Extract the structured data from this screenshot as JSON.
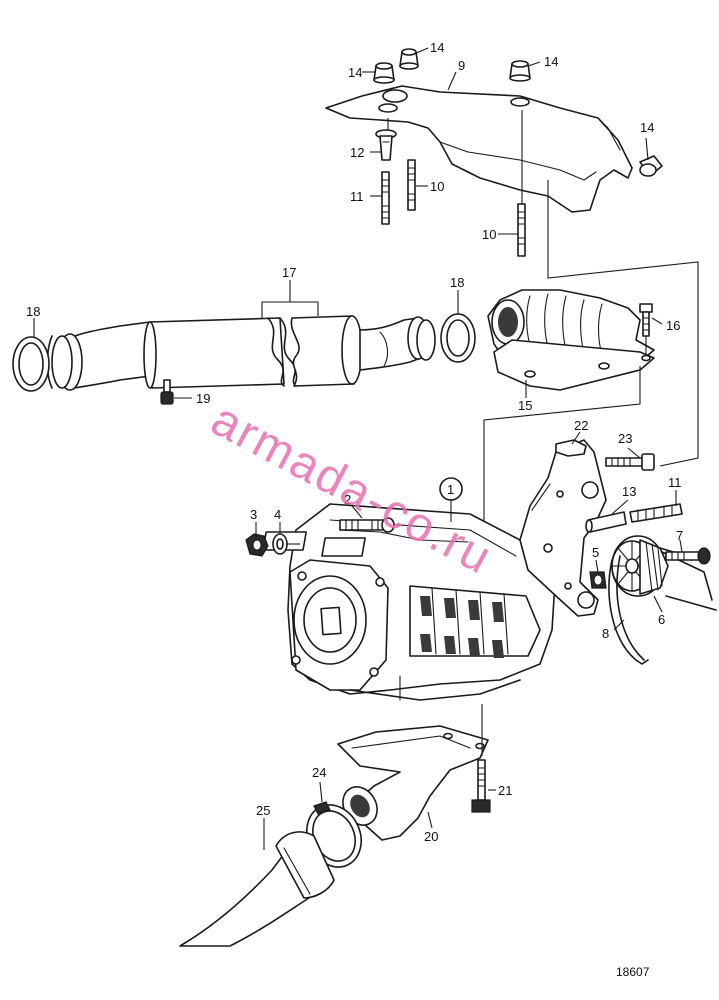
{
  "figure_number": "18607",
  "watermark": "armada-co.ru",
  "callouts": [
    {
      "id": "c14a",
      "label": "14"
    },
    {
      "id": "c14b",
      "label": "14"
    },
    {
      "id": "c14c",
      "label": "14"
    },
    {
      "id": "c14d",
      "label": "14"
    },
    {
      "id": "c9",
      "label": "9"
    },
    {
      "id": "c12",
      "label": "12"
    },
    {
      "id": "c11a",
      "label": "11"
    },
    {
      "id": "c10a",
      "label": "10"
    },
    {
      "id": "c10b",
      "label": "10"
    },
    {
      "id": "c17",
      "label": "17"
    },
    {
      "id": "c18a",
      "label": "18"
    },
    {
      "id": "c18b",
      "label": "18"
    },
    {
      "id": "c16",
      "label": "16"
    },
    {
      "id": "c19",
      "label": "19"
    },
    {
      "id": "c15",
      "label": "15"
    },
    {
      "id": "c22",
      "label": "22"
    },
    {
      "id": "c23",
      "label": "23"
    },
    {
      "id": "c1",
      "label": "1"
    },
    {
      "id": "c13",
      "label": "13"
    },
    {
      "id": "c11b",
      "label": "11"
    },
    {
      "id": "c3",
      "label": "3"
    },
    {
      "id": "c4",
      "label": "4"
    },
    {
      "id": "c2",
      "label": "2"
    },
    {
      "id": "c7",
      "label": "7"
    },
    {
      "id": "c5",
      "label": "5"
    },
    {
      "id": "c6",
      "label": "6"
    },
    {
      "id": "c8",
      "label": "8"
    },
    {
      "id": "c24",
      "label": "24"
    },
    {
      "id": "c21",
      "label": "21"
    },
    {
      "id": "c25",
      "label": "25"
    },
    {
      "id": "c20",
      "label": "20"
    }
  ]
}
